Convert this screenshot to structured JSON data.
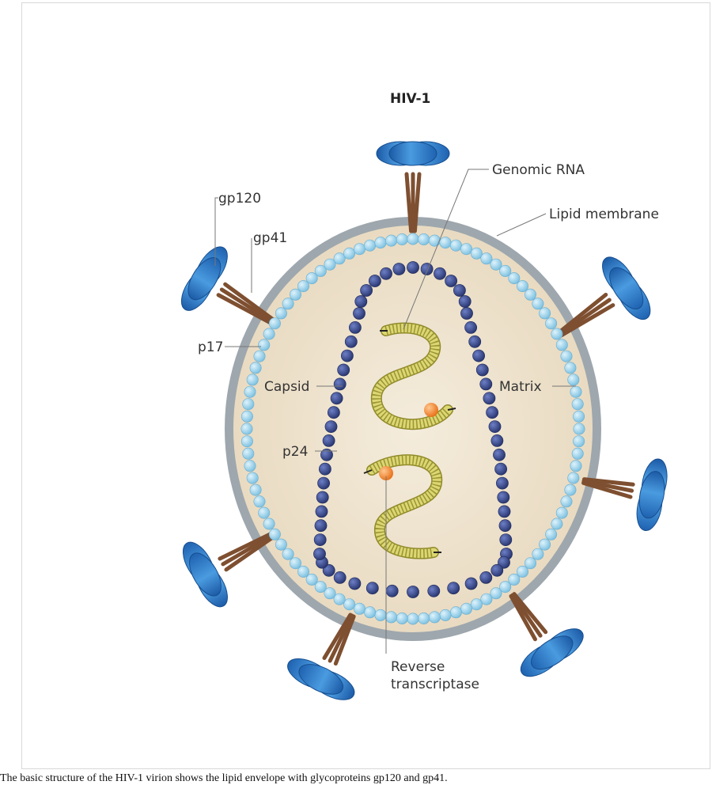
{
  "title": "HIV-1",
  "labels": {
    "gp120": "gp120",
    "gp41": "gp41",
    "p17": "p17",
    "capsid": "Capsid",
    "p24": "p24",
    "genomic_rna": "Genomic RNA",
    "lipid_membrane": "Lipid membrane",
    "matrix": "Matrix",
    "reverse": "Reverse",
    "transcriptase": "transcriptase"
  },
  "caption": "The basic structure of the HIV-1 virion shows the lipid envelope with glycoproteins gp120 and gp41.",
  "colors": {
    "membrane": "#9ea7ad",
    "interior": "#efe3cf",
    "matrix_bead": "#a9d8ef",
    "capsid_bead": "#3a4a8a",
    "spike": "#2f74c0",
    "stalk": "#8a5a3a",
    "rna": "#d8d36a",
    "reverse_transcriptase": "#f08a30"
  }
}
